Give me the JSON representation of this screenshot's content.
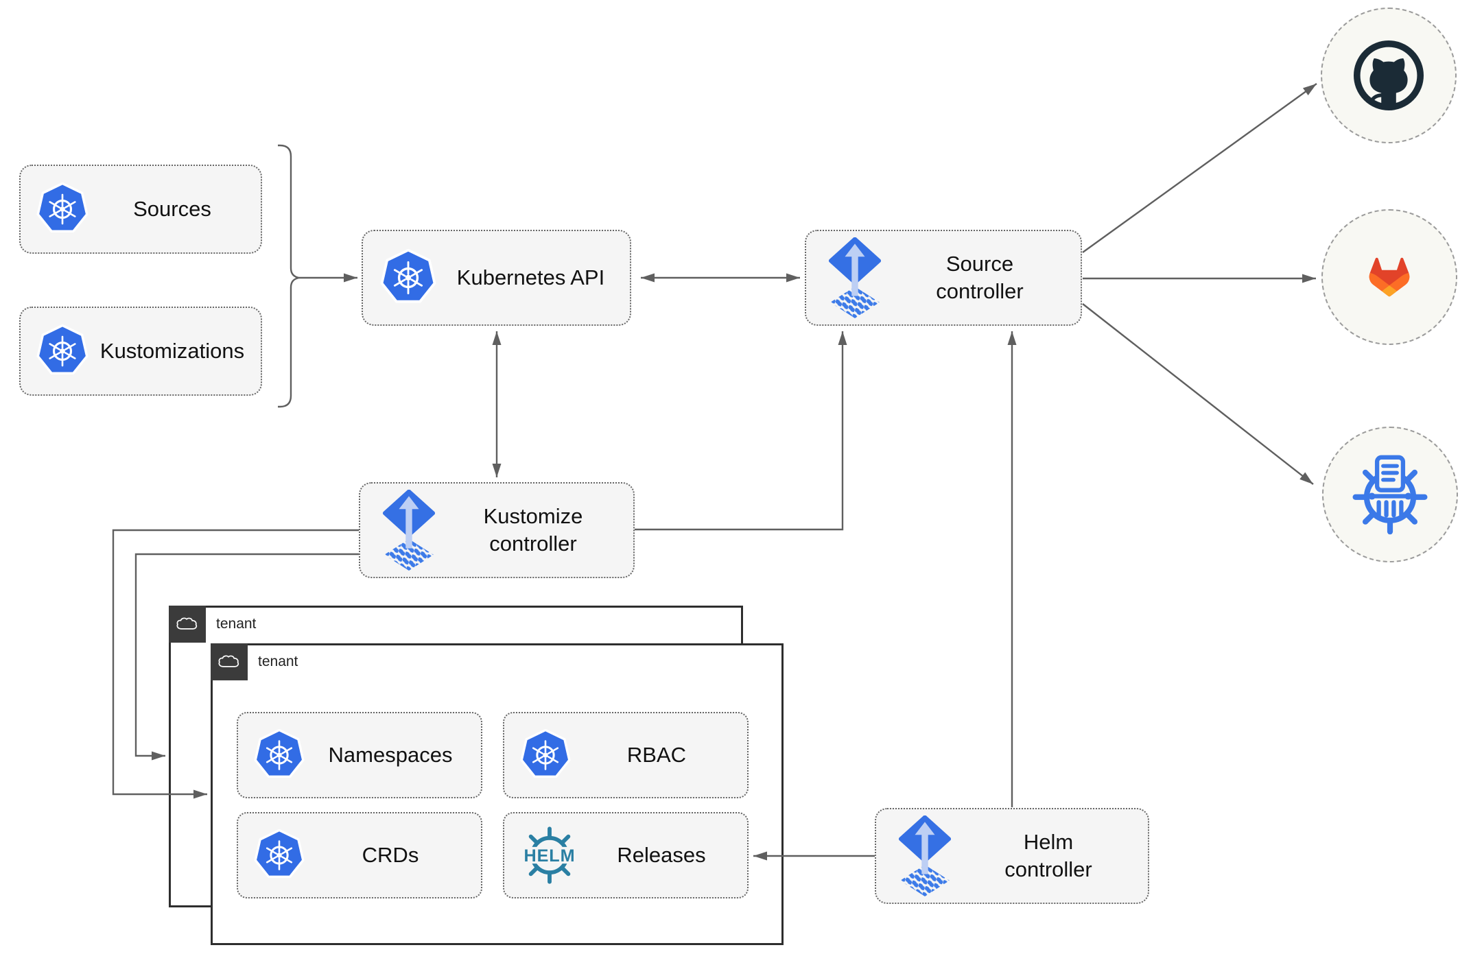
{
  "title": "Flux GitOps multi-tenancy architecture diagram",
  "colors": {
    "kubernetes_blue": "#326CE5",
    "flux_blue": "#3570E4",
    "flux_arrow_light": "#BDCFF4",
    "helm_teal": "#2A7FA3",
    "github_dark": "#1B2B36",
    "gitlab_red": "#E24329",
    "gitlab_orange": "#FC6D26",
    "gitlab_yellow": "#FCA326",
    "chartmuseum_blue": "#3B79E8",
    "node_fill": "#F5F5F5",
    "node_border": "#666666",
    "connector_gray": "#5F5F5F",
    "tenant_label_bg": "#3B3B3B",
    "tenant_border": "#2E2E2E",
    "registry_circle_fill": "#F8F8F3"
  },
  "nodes": {
    "sources": {
      "label": "Sources",
      "icon": "kubernetes-icon"
    },
    "kustomizations": {
      "label": "Kustomizations",
      "icon": "kubernetes-icon"
    },
    "kubernetes_api": {
      "label": "Kubernetes API",
      "icon": "kubernetes-icon"
    },
    "source_controller": {
      "label_line1": "Source",
      "label_line2": "controller",
      "icon": "flux-icon"
    },
    "kustomize_controller": {
      "label_line1": "Kustomize",
      "label_line2": "controller",
      "icon": "flux-icon"
    },
    "helm_controller": {
      "label_line1": "Helm",
      "label_line2": "controller",
      "icon": "flux-icon"
    },
    "tenant_outer": {
      "label": "tenant",
      "icon": "cloud-icon"
    },
    "tenant_inner": {
      "label": "tenant",
      "icon": "cloud-icon"
    },
    "namespaces": {
      "label": "Namespaces",
      "icon": "kubernetes-icon"
    },
    "rbac": {
      "label": "RBAC",
      "icon": "kubernetes-icon"
    },
    "crds": {
      "label": "CRDs",
      "icon": "kubernetes-icon"
    },
    "releases": {
      "label": "Releases",
      "icon": "helm-icon",
      "icon_text": "HELM"
    },
    "github": {
      "icon": "github-icon"
    },
    "gitlab": {
      "icon": "gitlab-icon"
    },
    "helm_repository": {
      "icon": "chartmuseum-icon"
    }
  }
}
